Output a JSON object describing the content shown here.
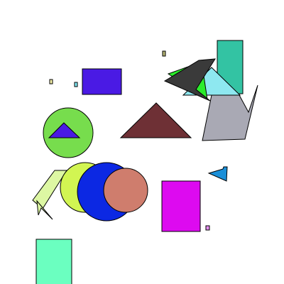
{
  "scene": {
    "background": "#ffffff",
    "stroke": "#000000",
    "shapes": [
      {
        "name": "teal-tall-rectangle",
        "kind": "rect",
        "fill": "#33c3a3"
      },
      {
        "name": "light-cyan-triangle",
        "kind": "polygon",
        "fill": "#8ee8f0"
      },
      {
        "name": "bright-green-triangle",
        "kind": "polygon",
        "fill": "#2bec2b"
      },
      {
        "name": "thin-dark-sliver",
        "kind": "polygon",
        "fill": "#3a3a3a"
      },
      {
        "name": "grey-polygon",
        "kind": "polygon",
        "fill": "#a9a9b4"
      },
      {
        "name": "blue-rectangle",
        "kind": "rect",
        "fill": "#4a1ae4"
      },
      {
        "name": "maroon-triangle",
        "kind": "polygon",
        "fill": "#6e3035"
      },
      {
        "name": "green-circle",
        "kind": "circle",
        "fill": "#77dd4d"
      },
      {
        "name": "blue-triangle-in-circle",
        "kind": "polygon",
        "fill": "#4a1ae4"
      },
      {
        "name": "pale-green-quad",
        "kind": "polygon",
        "fill": "#ddf7a3"
      },
      {
        "name": "dark-outline-sliver",
        "kind": "polygon",
        "fill": "#ddf7a3"
      },
      {
        "name": "yellow-green-circle",
        "kind": "circle",
        "fill": "#d2f552"
      },
      {
        "name": "blue-circle",
        "kind": "circle",
        "fill": "#0c28e3"
      },
      {
        "name": "salmon-circle",
        "kind": "circle",
        "fill": "#cf7d6d"
      },
      {
        "name": "magenta-rectangle",
        "kind": "rect",
        "fill": "#dd0af0"
      },
      {
        "name": "blue-arrow-shape",
        "kind": "polygon",
        "fill": "#1a8fd8"
      },
      {
        "name": "mint-rectangle",
        "kind": "rect",
        "fill": "#6bffc0"
      },
      {
        "name": "tiny-olive-square",
        "kind": "rect",
        "fill": "#b6b676"
      },
      {
        "name": "tiny-yellow-square",
        "kind": "rect",
        "fill": "#f4f0a8"
      },
      {
        "name": "tiny-cyan-square",
        "kind": "rect",
        "fill": "#7fe8f4"
      },
      {
        "name": "tiny-pink-square",
        "kind": "rect",
        "fill": "#e58ff0"
      }
    ]
  }
}
